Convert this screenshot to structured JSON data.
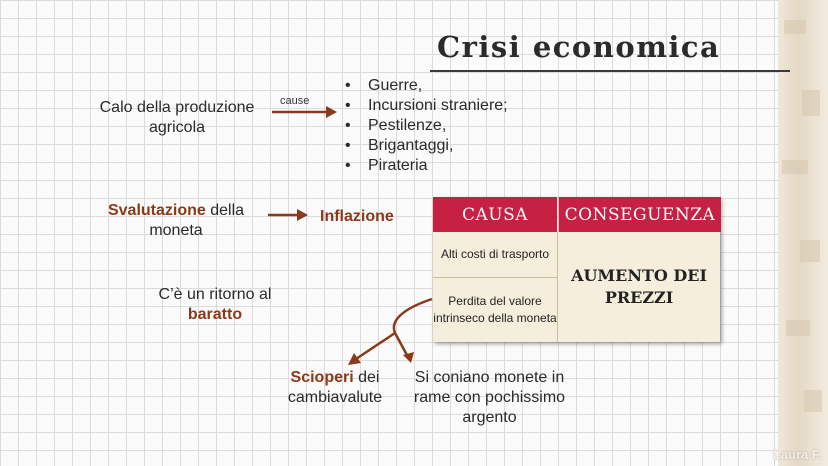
{
  "title": "Crisi economica",
  "row1": {
    "left": "Calo della produzione agricola",
    "arrow_label": "cause",
    "causes": [
      "Guerre,",
      "Incursioni straniere;",
      "Pestilenze,",
      "Brigantaggi,",
      "Pirateria"
    ]
  },
  "row2": {
    "left_accent": "Svalutazione",
    "left_rest": " della moneta",
    "right": "Inflazione"
  },
  "barter": {
    "line1": "C’è un ritorno al",
    "accent": "baratto"
  },
  "table": {
    "header_cause": "CAUSA",
    "header_consequence": "CONSEGUENZA",
    "cause_1": "Alti costi di trasporto",
    "cause_2": "Perdita del valore intrinseco della moneta",
    "consequence": "AUMENTO DEI PREZZI"
  },
  "branch": {
    "left_accent": "Scioperi",
    "left_rest": " dei cambiavalute",
    "right": "Si coniano monete in rame con pochissimo argento"
  },
  "watermark": "Laura F.",
  "colors": {
    "accent": "#8a3a1a",
    "header": "#c62043",
    "cell": "#f5eedc"
  }
}
